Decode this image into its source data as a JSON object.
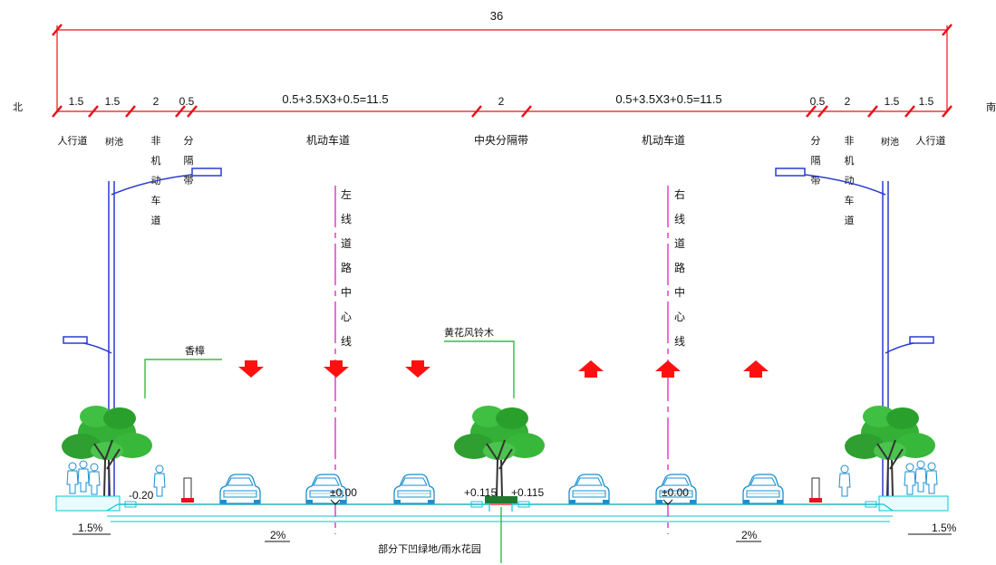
{
  "overall_width": "36",
  "direction": {
    "left": "北",
    "right": "南"
  },
  "colors": {
    "dim_line": "#e8111a",
    "cyan": "#00c8d8",
    "blue": "#2a3ccf",
    "green": "#10b020",
    "magenta": "#e020c0",
    "arrow": "#ff1010"
  },
  "dims": {
    "left_sidewalk": "1.5",
    "left_tree_pool": "1.5",
    "left_nonmotor": "2",
    "left_divider": "0.5",
    "left_motor": "0.5+3.5X3+0.5=11.5",
    "median": "2",
    "right_motor": "0.5+3.5X3+0.5=11.5",
    "right_divider": "0.5",
    "right_nonmotor": "2",
    "right_tree_pool": "1.5",
    "right_sidewalk": "1.5"
  },
  "labels": {
    "sidewalk_left": "人行道",
    "tree_pool_left": "树池",
    "nonmotor_left": "非机动车道",
    "divider_left": "分隔带",
    "motor_left": "机动车道",
    "median": "中央分隔带",
    "motor_right": "机动车道",
    "divider_right": "分隔带",
    "nonmotor_right": "非机动车道",
    "tree_pool_right": "树池",
    "sidewalk_right": "人行道",
    "left_centerline": "左线道路中心线",
    "right_centerline": "右线道路中心线",
    "tree_left": "香樟",
    "tree_median": "黄花风铃木",
    "rain_garden": "部分下凹绿地/雨水花园"
  },
  "elevations": {
    "left_edge": "-0.20",
    "left_center": "±0.00",
    "median_left": "+0.115",
    "median_right": "+0.115",
    "right_center": "±0.00"
  },
  "slopes": {
    "left_sidewalk": "1.5%",
    "left_lanes": "2%",
    "right_lanes": "2%",
    "right_sidewalk": "1.5%"
  }
}
